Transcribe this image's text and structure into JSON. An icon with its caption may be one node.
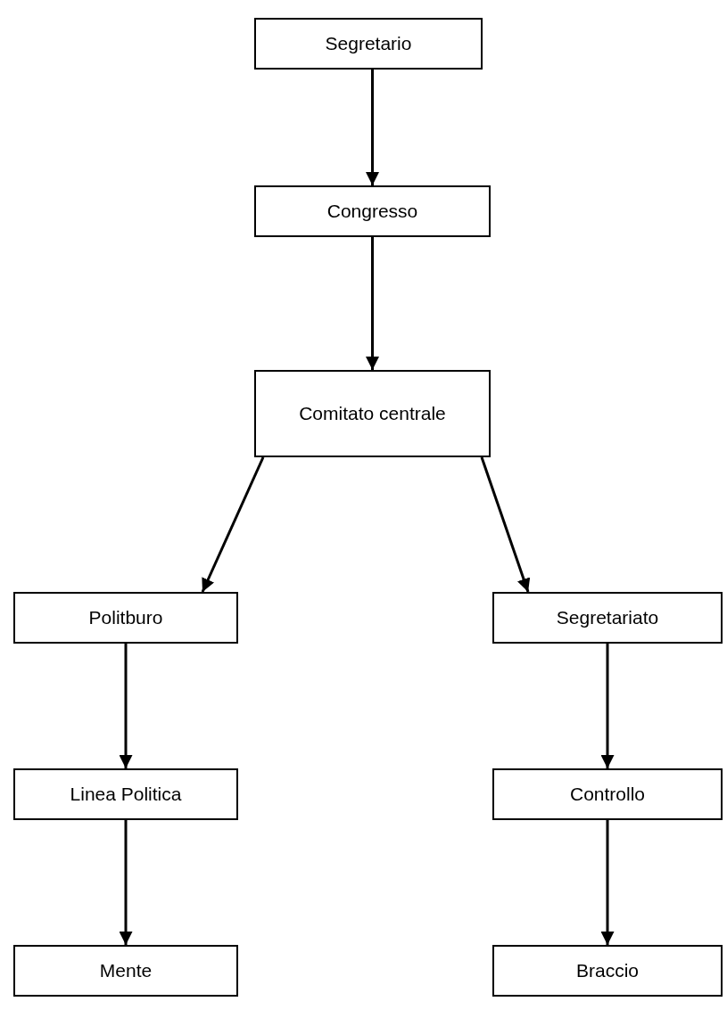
{
  "diagram": {
    "nodes": [
      {
        "text": [
          "Segretario"
        ]
      },
      {
        "text": [
          "Congresso"
        ]
      },
      {
        "text": [
          "Comitato centrale"
        ]
      },
      {
        "text": [
          "Politburo"
        ]
      },
      {
        "text": [
          "Segretariato"
        ]
      },
      {
        "text": [
          "Linea Politica"
        ]
      },
      {
        "text": [
          "Controllo"
        ]
      },
      {
        "text": [
          "Mente"
        ]
      },
      {
        "text": [
          "Braccio"
        ]
      }
    ],
    "edges": [
      {
        "from": 0,
        "to": 1,
        "arrow": "to"
      },
      {
        "from": 1,
        "to": 2,
        "arrow": "to"
      },
      {
        "from": 2,
        "to": 3,
        "arrow": "to"
      },
      {
        "from": 2,
        "to": 4,
        "arrow": "to"
      },
      {
        "from": 3,
        "to": 5,
        "arrow": "to"
      },
      {
        "from": 4,
        "to": 6,
        "arrow": "to"
      },
      {
        "from": 5,
        "to": 7,
        "arrow": "to"
      },
      {
        "from": 6,
        "to": 8,
        "arrow": "to"
      }
    ]
  }
}
